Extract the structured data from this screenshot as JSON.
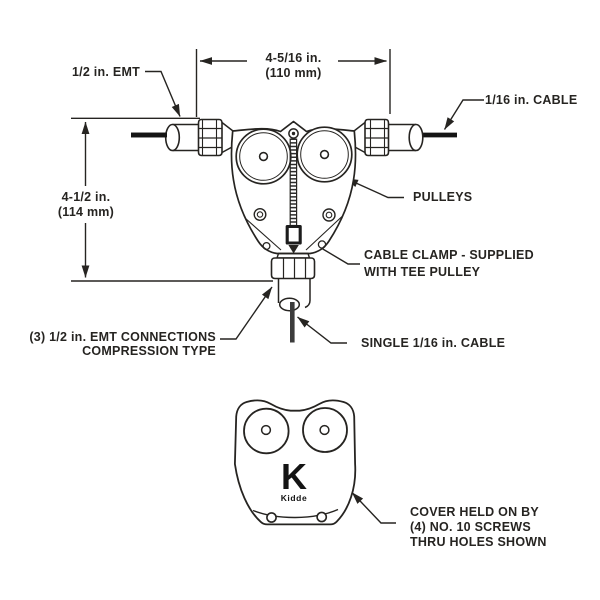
{
  "page": {
    "background": "#ffffff",
    "ink_color": "#262421",
    "cable_color": "#141414"
  },
  "assembly_view": {
    "labels": {
      "emt": "1/2 in. EMT",
      "cable_right": "1/16 in. CABLE",
      "pulleys": "PULLEYS",
      "cable_clamp": [
        "CABLE CLAMP - SUPPLIED",
        "WITH TEE PULLEY"
      ],
      "emt_connections": [
        "(3) 1/2 in. EMT CONNECTIONS",
        "COMPRESSION TYPE"
      ],
      "single_cable": "SINGLE 1/16 in. CABLE"
    },
    "dimensions": {
      "width": {
        "line1": "4-5/16 in.",
        "line2": "(110 mm)"
      },
      "height": {
        "line1": "4-1/2 in.",
        "line2": "(114 mm)"
      }
    }
  },
  "cover_view": {
    "logo": {
      "letter": "K",
      "name": "Kidde"
    },
    "note": [
      "COVER HELD ON BY",
      "(4) NO. 10 SCREWS",
      "THRU HOLES SHOWN"
    ]
  }
}
